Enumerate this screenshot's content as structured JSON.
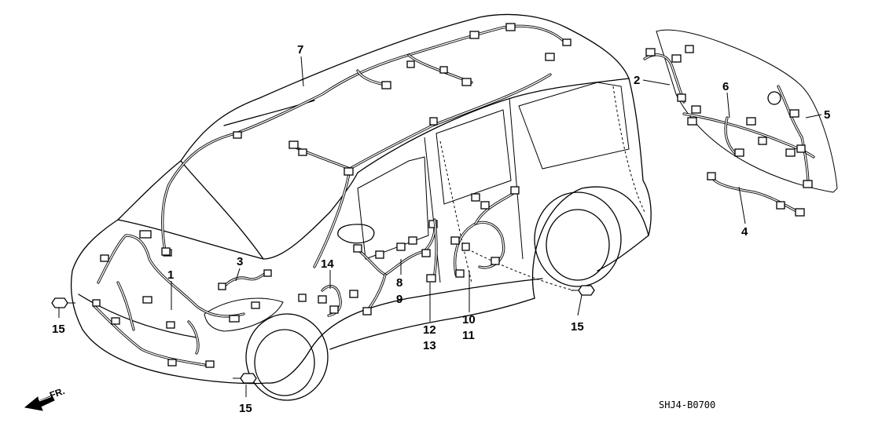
{
  "callouts": {
    "c1": "1",
    "c2": "2",
    "c3": "3",
    "c4": "4",
    "c5": "5",
    "c6": "6",
    "c7": "7",
    "c8": "8",
    "c9": "9",
    "c10": "10",
    "c11": "11",
    "c12": "12",
    "c13": "13",
    "c14": "14",
    "c15a": "15",
    "c15b": "15",
    "c15c": "15"
  },
  "direction_label": "FR.",
  "diagram_code": "SHJ4-B0700"
}
